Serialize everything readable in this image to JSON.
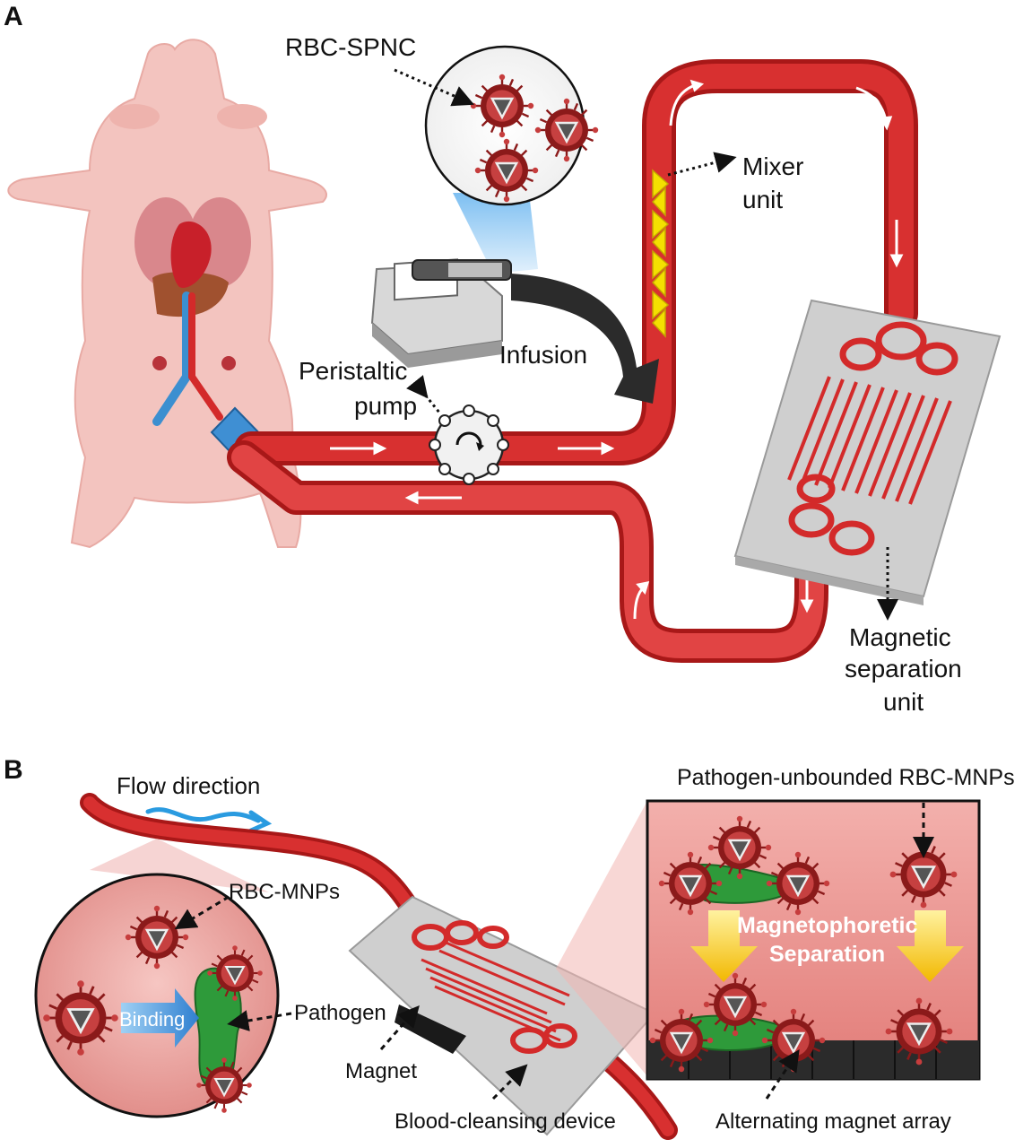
{
  "panels": {
    "a": "A",
    "b": "B"
  },
  "panel_a": {
    "rbc_spnc": "RBC-SPNC",
    "mixer_line1": "Mixer",
    "mixer_line2": "unit",
    "infusion": "Infusion",
    "peristaltic_line1": "Peristaltic",
    "peristaltic_line2": "pump",
    "magnetic_line1": "Magnetic",
    "magnetic_line2": "separation",
    "magnetic_line3": "unit"
  },
  "panel_b": {
    "flow_direction": "Flow direction",
    "rbc_mnps": "RBC-MNPs",
    "binding": "Binding",
    "pathogen": "Pathogen",
    "magnet": "Magnet",
    "blood_cleansing_device": "Blood-cleansing device",
    "pathogen_unbounded": "Pathogen-unbounded RBC-MNPs",
    "magnetophoretic_line1": "Magnetophoretic",
    "magnetophoretic_line2": "Separation",
    "alternating_magnet_array": "Alternating magnet array"
  },
  "colors": {
    "tube_red": "#d32a2a",
    "tube_dark": "#a81818",
    "pig_pink": "#f2c2bd",
    "chip_gray": "#c9c9c9",
    "arrow_yellow": "#f5c400",
    "binding_blue": "#3a8fd8",
    "pathogen_green": "#2e9a3a"
  }
}
